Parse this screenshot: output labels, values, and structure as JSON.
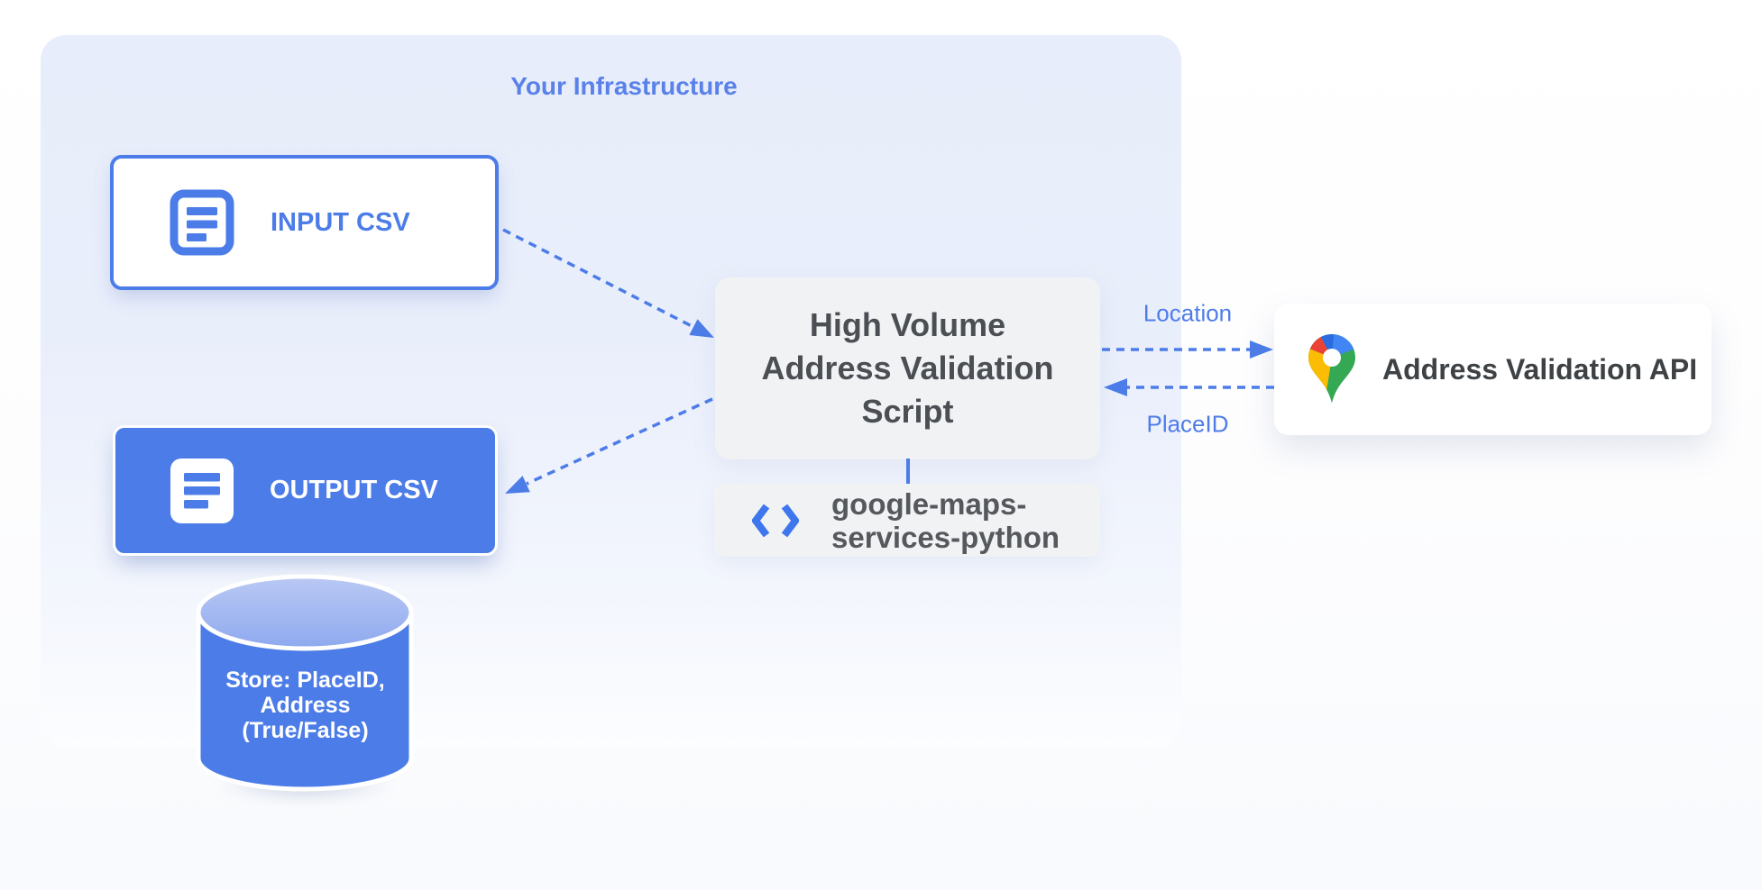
{
  "diagram": {
    "title": "Your Infrastructure",
    "nodes": {
      "input_csv": {
        "label": "INPUT CSV"
      },
      "output_csv": {
        "label": "OUTPUT CSV"
      },
      "datastore": {
        "label": "Store: PlaceID,\nAddress\n(True/False)"
      },
      "script": {
        "label": "High Volume\nAddress Validation\nScript"
      },
      "library": {
        "label": "google-maps-\nservices-python"
      },
      "api": {
        "label": "Address Validation API"
      }
    },
    "edges": {
      "input_to_script": {
        "label": ""
      },
      "script_to_output": {
        "label": ""
      },
      "script_to_api": {
        "label": "Location"
      },
      "api_to_script": {
        "label": "PlaceID"
      }
    },
    "icons": {
      "input_doc": "document-icon",
      "output_doc": "document-icon",
      "library_code": "code-brackets-icon",
      "api_pin": "google-maps-pin-icon"
    },
    "colors": {
      "accent_blue": "#4c7ce8",
      "title_blue": "#5a81ea",
      "edge_label_blue": "#4f7ce9",
      "container_bg_top": "#e7edfa",
      "container_bg_bottom": "#fcfdff",
      "gray_box_bg": "#f1f2f4",
      "dark_text": "#4b4f54",
      "api_text": "#3e4245",
      "pin_red": "#ea4335",
      "pin_blue_dark": "#2a6bdf",
      "pin_blue": "#4285f4",
      "pin_yellow": "#fbbc04",
      "pin_green": "#34a853",
      "cylinder_top_light": "#b7c6f3",
      "cylinder_top_dark": "#8ea9ef"
    }
  }
}
